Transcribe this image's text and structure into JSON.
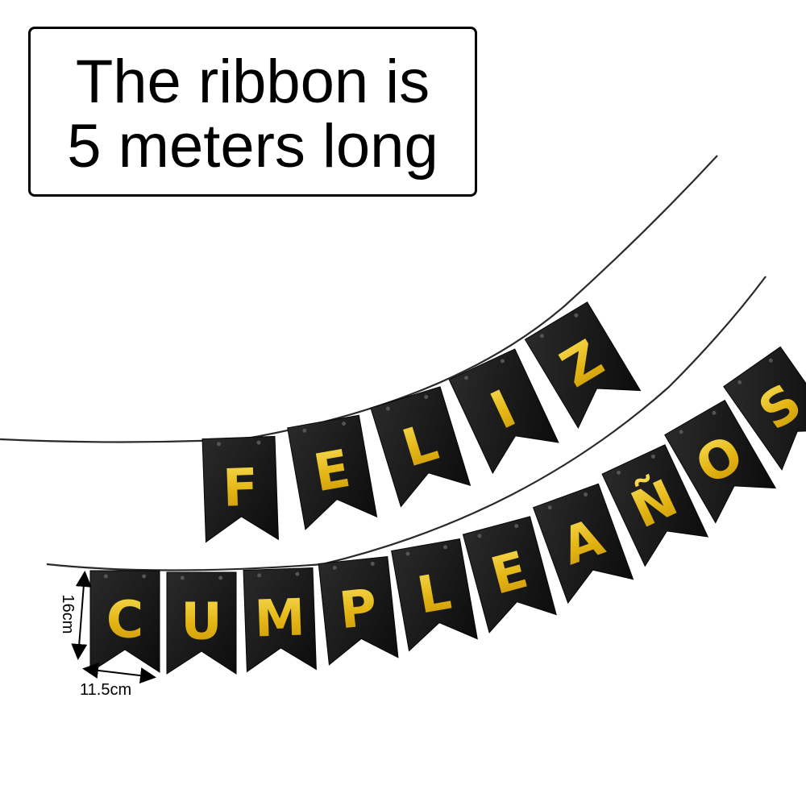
{
  "caption": {
    "line1": "The ribbon is",
    "line2": "5 meters long"
  },
  "banner_top": {
    "letters": [
      "F",
      "E",
      "L",
      "I",
      "Z"
    ]
  },
  "banner_bottom": {
    "letters": [
      "C",
      "U",
      "M",
      "P",
      "L",
      "E",
      "A",
      "Ñ",
      "O",
      "S"
    ]
  },
  "dimensions": {
    "height": "16cm",
    "width": "11.5cm"
  },
  "colors": {
    "flag": "#141414",
    "letter": "#e8bf1a",
    "string": "#2a2a2a"
  }
}
